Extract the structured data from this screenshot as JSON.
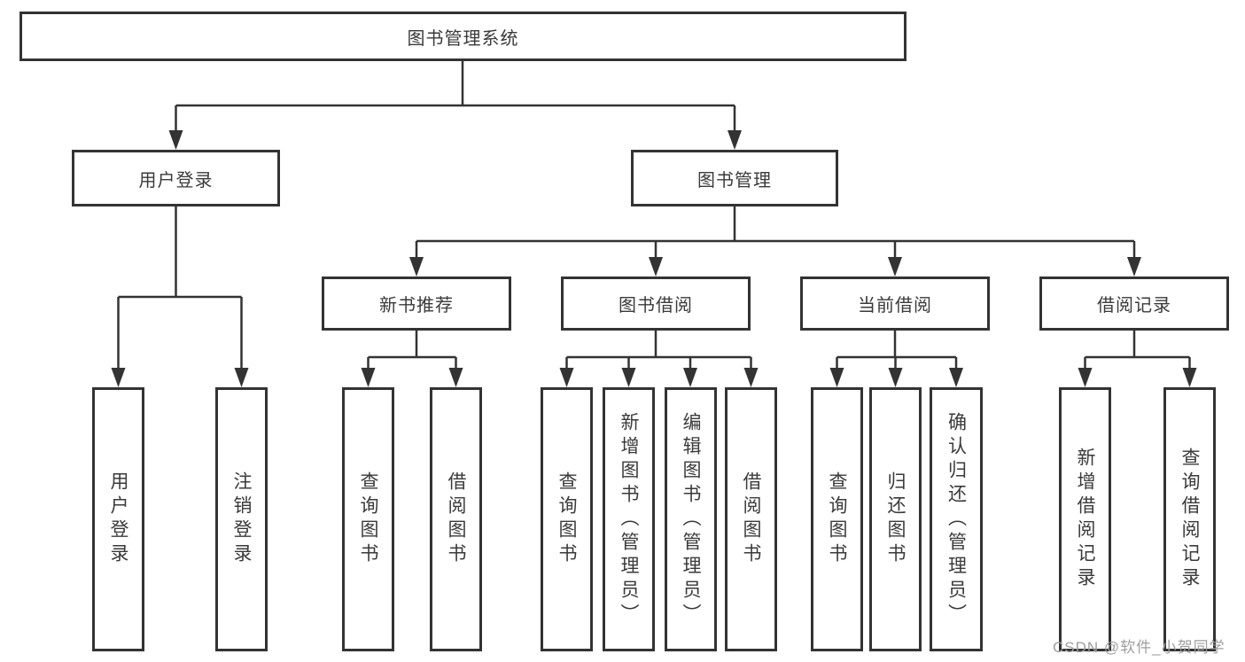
{
  "root": {
    "label": "图书管理系统"
  },
  "level2": [
    {
      "label": "用户登录",
      "children": [
        "用户登录",
        "注销登录"
      ]
    },
    {
      "label": "图书管理"
    }
  ],
  "level3": [
    {
      "label": "新书推荐",
      "children": [
        "查询图书",
        "借阅图书"
      ]
    },
    {
      "label": "图书借阅",
      "children": [
        "查询图书",
        "新增图书（管理员）",
        "编辑图书（管理员）",
        "借阅图书"
      ]
    },
    {
      "label": "当前借阅",
      "children": [
        "查询图书",
        "归还图书",
        "确认归还（管理员）"
      ]
    },
    {
      "label": "借阅记录",
      "children": [
        "新增借阅记录",
        "查询借阅记录"
      ]
    }
  ],
  "watermark": "CSDN @软件_小贺同学",
  "colors": {
    "line": "#333333",
    "box_border": "#333333",
    "box_background": "#ffffff",
    "text": "#3a3a3a",
    "watermark_text": "#9e9e9e"
  }
}
